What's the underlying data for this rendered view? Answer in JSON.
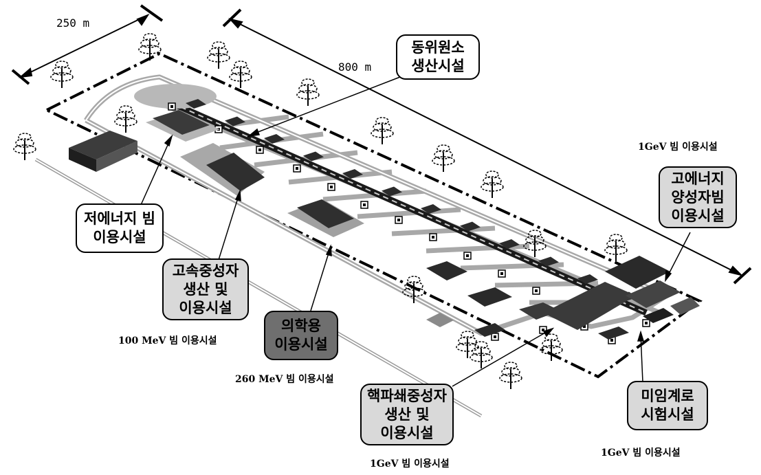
{
  "dimensions": {
    "width": "250 m",
    "length": "800 m"
  },
  "callouts": {
    "isotope": "동위원소\n생산시설",
    "low_energy": "저에너지 빔\n이용시설",
    "fast_neutron": "고속중성자\n생산 및\n이용시설",
    "medical": "의학용\n이용시설",
    "spallation": "핵파쇄중성자\n생산 및\n이용시설",
    "subcritical": "미임계로\n시험시설",
    "high_energy": "고에너지\n양성자빔\n이용시설"
  },
  "captions": {
    "mev100": "100 MeV 빔 이용시설",
    "mev260": "260 MeV 빔 이용시설",
    "gev_spallation": "1GeV 빔 이용시설",
    "gev_subcritical": "1GeV 빔 이용시설",
    "gev_high": "1GeV 빔 이용시설"
  }
}
